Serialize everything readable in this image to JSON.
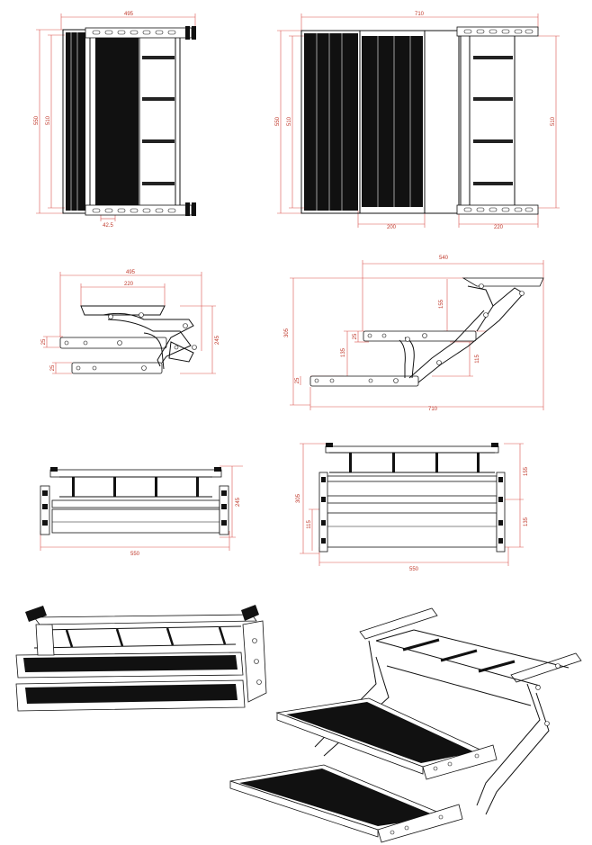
{
  "dimensions": {
    "top_left": {
      "width": "495",
      "height_outer": "550",
      "height_inner": "510",
      "bottom_small": "42.5"
    },
    "top_right": {
      "width": "710",
      "height_outer": "550",
      "height_inner": "510",
      "right_height": "510",
      "bottom_left": "200",
      "bottom_right": "220"
    },
    "side_left": {
      "width": "495",
      "platform": "220",
      "step_a": "25",
      "step_b": "25",
      "height": "245"
    },
    "side_right": {
      "top_width": "540",
      "overall_height": "305",
      "upper": "155",
      "mid_a": "25",
      "mid_b": "135",
      "lower_a": "25",
      "lower_b": "115",
      "overall_width": "710"
    },
    "front_left": {
      "height": "245",
      "width": "550"
    },
    "front_right": {
      "overall_height": "305",
      "left_small": "115",
      "right_upper": "155",
      "right_lower": "135",
      "width": "550"
    }
  },
  "colors": {
    "dimension": "#d9534f",
    "outline": "#111111",
    "tread": "#111111"
  }
}
